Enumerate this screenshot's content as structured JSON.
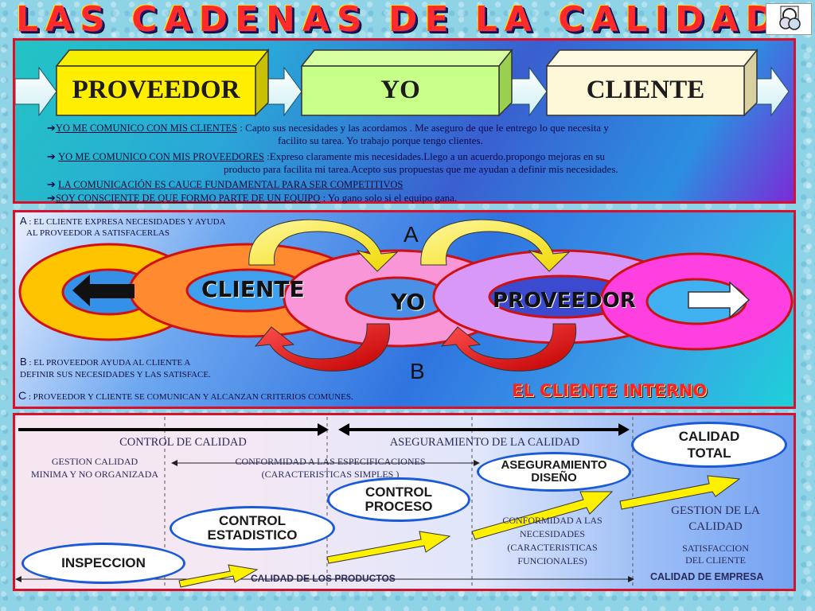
{
  "title": "LAS CADENAS DE LA CALIDAD",
  "chain": {
    "supplier": "PROVEEDOR",
    "me": "YO",
    "client": "CLIENTE"
  },
  "statements": [
    {
      "lead": "YO ME COMUNICO CON MIS CLIENTES",
      "sep": " : ",
      "text": "Capto sus necesidades y las acordamos . Me aseguro de que le entrego lo que necesita y",
      "text2": "facilito su tarea. Yo trabajo porque tengo clientes."
    },
    {
      "lead": "YO ME COMUNICO CON MIS PROVEEDORES",
      "sep": " :",
      "text": "Expreso claramente mis necesidades.Llego a un acuerdo.propongo mejoras en su",
      "text2": "producto para facilita mi tarea.Acepto sus propuestas que me ayudan a definir mis necesidades."
    },
    {
      "lead": "LA COMUNICACIÓN ES CAUCE FUNDAMENTAL PARA SER COMPETITIVOS",
      "sep": "",
      "text": "",
      "text2": ""
    },
    {
      "lead": "SOY CONSCIENTE DE QUE FORMO PARTE DE UN EQUIPO",
      "sep": " : ",
      "text": "Yo gano solo si el equipo gana.",
      "text2": ""
    }
  ],
  "internal": {
    "note_a_letter": "A",
    "note_a_sep": " : ",
    "note_a_line1": "EL CLIENTE EXPRESA NECESIDADES Y AYUDA",
    "note_a_line2": "AL  PROVEEDOR A SATISFACERLAS",
    "note_b_letter": "B",
    "note_b_sep": "  : ",
    "note_b_line1": "EL PROVEEDOR AYUDA AL CLIENTE A",
    "note_b_line2": "DEFINIR SUS NECESIDADES Y LAS SATISFACE.",
    "note_c_letter": "C",
    "note_c_text": " : PROVEEDOR Y CLIENTE SE COMUNICAN Y ALCANZAN CRITERIOS COMUNES.",
    "marker_a": "A",
    "marker_b": "B",
    "ring_client": "CLIENTE",
    "ring_me": "YO",
    "ring_supplier": "PROVEEDOR",
    "caption": "EL CLIENTE INTERNO"
  },
  "evolution": {
    "control_calidad": "CONTROL DE CALIDAD",
    "aseguramiento": "ASEGURAMIENTO DE LA CALIDAD",
    "gestion_minima_1": "GESTION CALIDAD",
    "gestion_minima_2": "MINIMA Y NO ORGANIZADA",
    "conformidad_esp_1": "CONFORMIDAD A LAS ESPECIFICACIONES",
    "conformidad_esp_2": "(CARACTERISTICAS SIMPLES )",
    "conformidad_nec_1": "CONFORMIDAD A LAS",
    "conformidad_nec_2": "NECESIDADES",
    "conformidad_nec_3": "(CARACTERISTICAS",
    "conformidad_nec_4": "FUNCIONALES)",
    "gestion_total_1": "GESTION DE LA",
    "gestion_total_2": "CALIDAD",
    "satisfaccion_1": "SATISFACCION",
    "satisfaccion_2": "DEL CLIENTE",
    "calidad_productos": "CALIDAD DE LOS PRODUCTOS",
    "calidad_empresa": "CALIDAD DE EMPRESA",
    "stages": [
      {
        "l1": "INSPECCION",
        "l2": ""
      },
      {
        "l1": "CONTROL",
        "l2": "ESTADISTICO"
      },
      {
        "l1": "CONTROL",
        "l2": "PROCESO"
      },
      {
        "l1": "ASEGURAMIENTO",
        "l2": "DISEÑO"
      },
      {
        "l1": "CALIDAD",
        "l2": "TOTAL"
      }
    ]
  }
}
